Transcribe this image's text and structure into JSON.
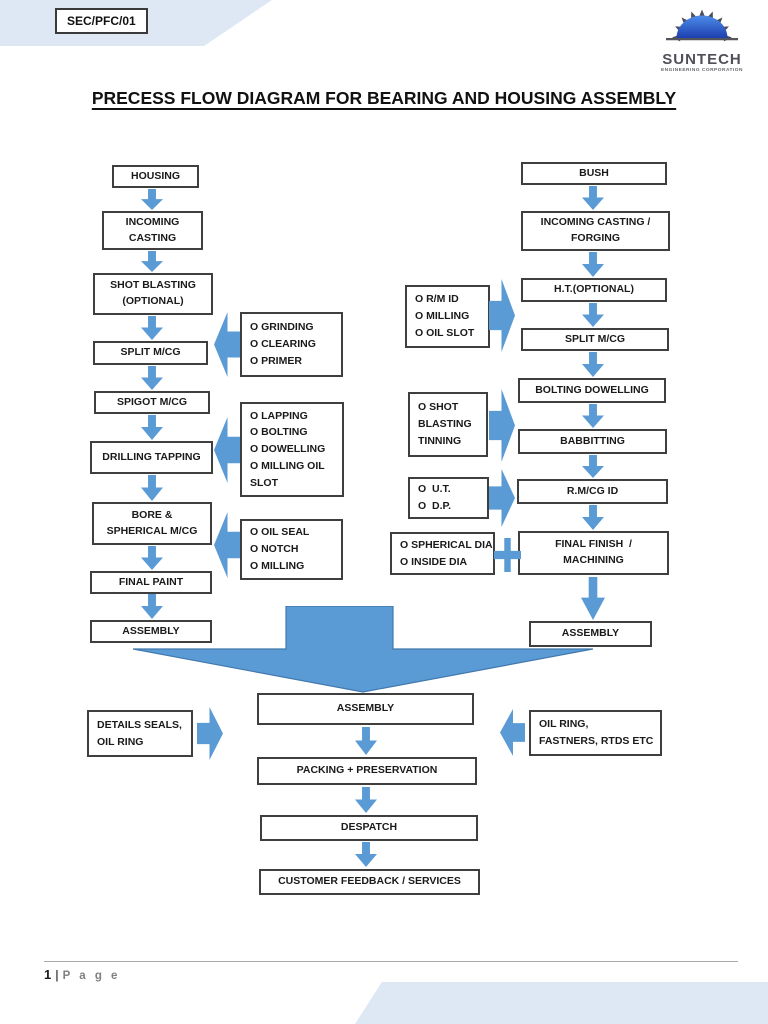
{
  "header": {
    "doc_code": "SEC/PFC/01"
  },
  "logo": {
    "brand": "SUNTECH",
    "subtitle": "ENGINEERING CORPORATION"
  },
  "title": "PRECESS FLOW DIAGRAM FOR BEARING AND HOUSING ASSEMBLY",
  "colors": {
    "arrow_blue": "#5b9bd5",
    "band_blue": "#dde8f4",
    "box_border": "#3f3f3f",
    "logo_sun_blue": "#2e54c8"
  },
  "flow": {
    "left": {
      "boxes": [
        "HOUSING",
        "INCOMING\nCASTING",
        "SHOT BLASTING\n(OPTIONAL)",
        "SPLIT M/CG",
        "SPIGOT M/CG",
        "DRILLING TAPPING",
        "BORE &\nSPHERICAL M/CG",
        "FINAL PAINT",
        "ASSEMBLY"
      ],
      "notes": [
        "O GRINDING\nO CLEARING\nO PRIMER",
        "O LAPPING\nO BOLTING\nO DOWELLING\nO MILLING OIL\nSLOT",
        "O OIL SEAL\nO NOTCH\nO MILLING"
      ]
    },
    "right": {
      "boxes": [
        "BUSH",
        "INCOMING CASTING /\nFORGING",
        "H.T.(OPTIONAL)",
        "SPLIT M/CG",
        "BOLTING DOWELLING",
        "BABBITTING",
        "R.M/CG ID",
        "FINAL FINISH  /\nMACHINING",
        "ASSEMBLY"
      ],
      "notes": [
        "O R/M ID\nO MILLING\nO OIL SLOT",
        "O SHOT\nBLASTING\nTINNING",
        "O  U.T.\nO  D.P.",
        "O SPHERICAL DIA\nO INSIDE DIA"
      ]
    },
    "bottom": {
      "boxes": [
        "ASSEMBLY",
        "PACKING + PRESERVATION",
        "DESPATCH",
        "CUSTOMER FEEDBACK / SERVICES"
      ],
      "left_note": "DETAILS SEALS,\nOIL RING",
      "right_note": "OIL RING,\nFASTNERS, RTDS ETC"
    }
  },
  "footer": {
    "page_number": "1",
    "separator": "|",
    "page_word": "P a g e"
  }
}
